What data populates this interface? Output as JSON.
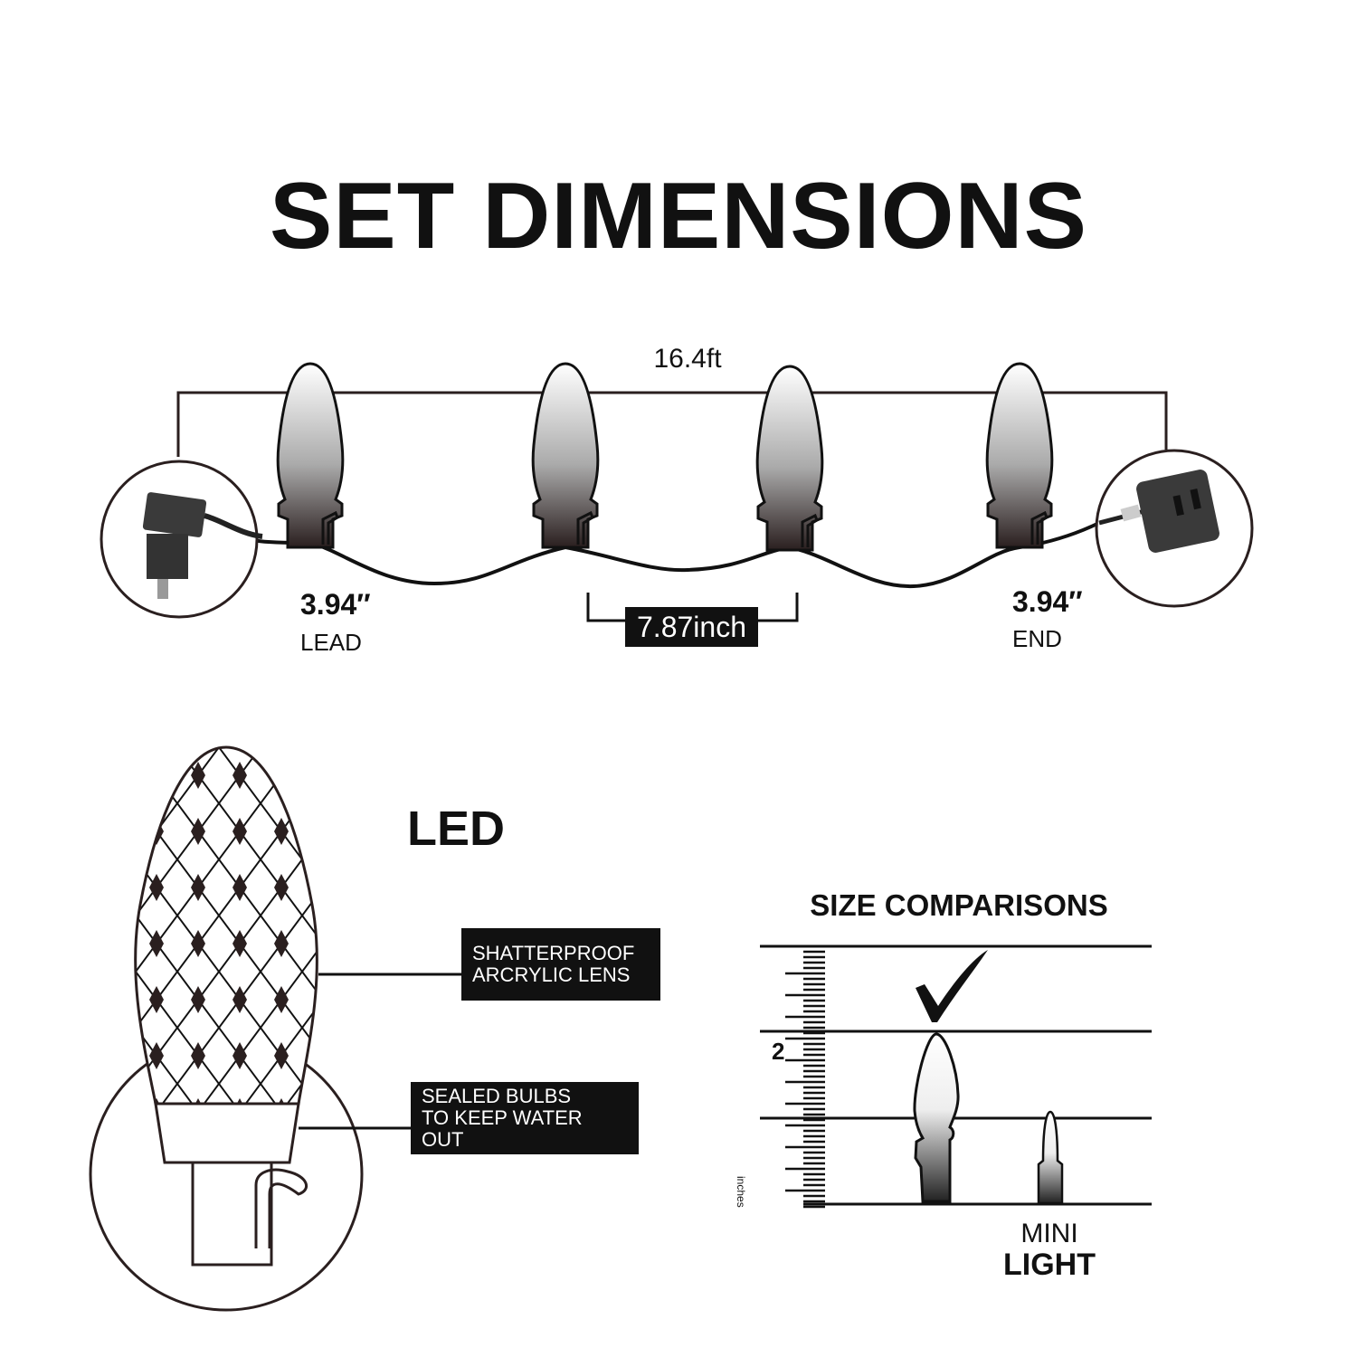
{
  "title": "SET DIMENSIONS",
  "set": {
    "total_length": "16.4ft",
    "lead": {
      "value": "3.94″",
      "label": "LEAD"
    },
    "end": {
      "value": "3.94″",
      "label": "END"
    },
    "bulb_spacing": "7.87inch"
  },
  "led": {
    "heading": "LED",
    "callouts": [
      {
        "line1": "SHATTERPROOF",
        "line2": "ARCRYLIC LENS"
      },
      {
        "line1": "SEALED BULBS",
        "line2": "TO KEEP WATER OUT"
      }
    ]
  },
  "size_comparison": {
    "heading": "SIZE COMPARISONS",
    "ruler_label": "2",
    "ruler_unit": "inches",
    "mini_line1": "MINI",
    "mini_line2": "LIGHT"
  }
}
